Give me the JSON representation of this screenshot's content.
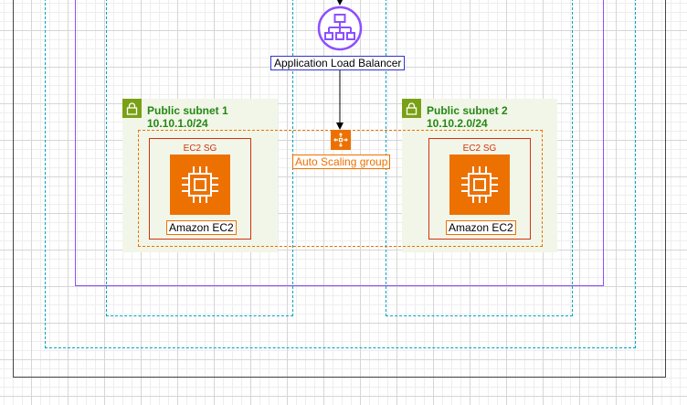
{
  "load_balancer": {
    "label": "Application Load Balancer",
    "icon": "load-balancer-icon",
    "color": "#8c4fff"
  },
  "auto_scaling": {
    "label": "Auto Scaling group",
    "icon": "auto-scaling-icon",
    "color": "#ed7100"
  },
  "subnets": [
    {
      "name": "Public subnet 1",
      "cidr": "10.10.1.0/24",
      "sg_label": "EC2 SG",
      "instance_label": "Amazon EC2"
    },
    {
      "name": "Public subnet 2",
      "cidr": "10.10.2.0/24",
      "sg_label": "EC2 SG",
      "instance_label": "Amazon EC2"
    }
  ],
  "colors": {
    "subnet_green": "#248814",
    "security_group": "#d13212",
    "vpc_border": "#00a4c2",
    "ec2": "#ed7100"
  }
}
